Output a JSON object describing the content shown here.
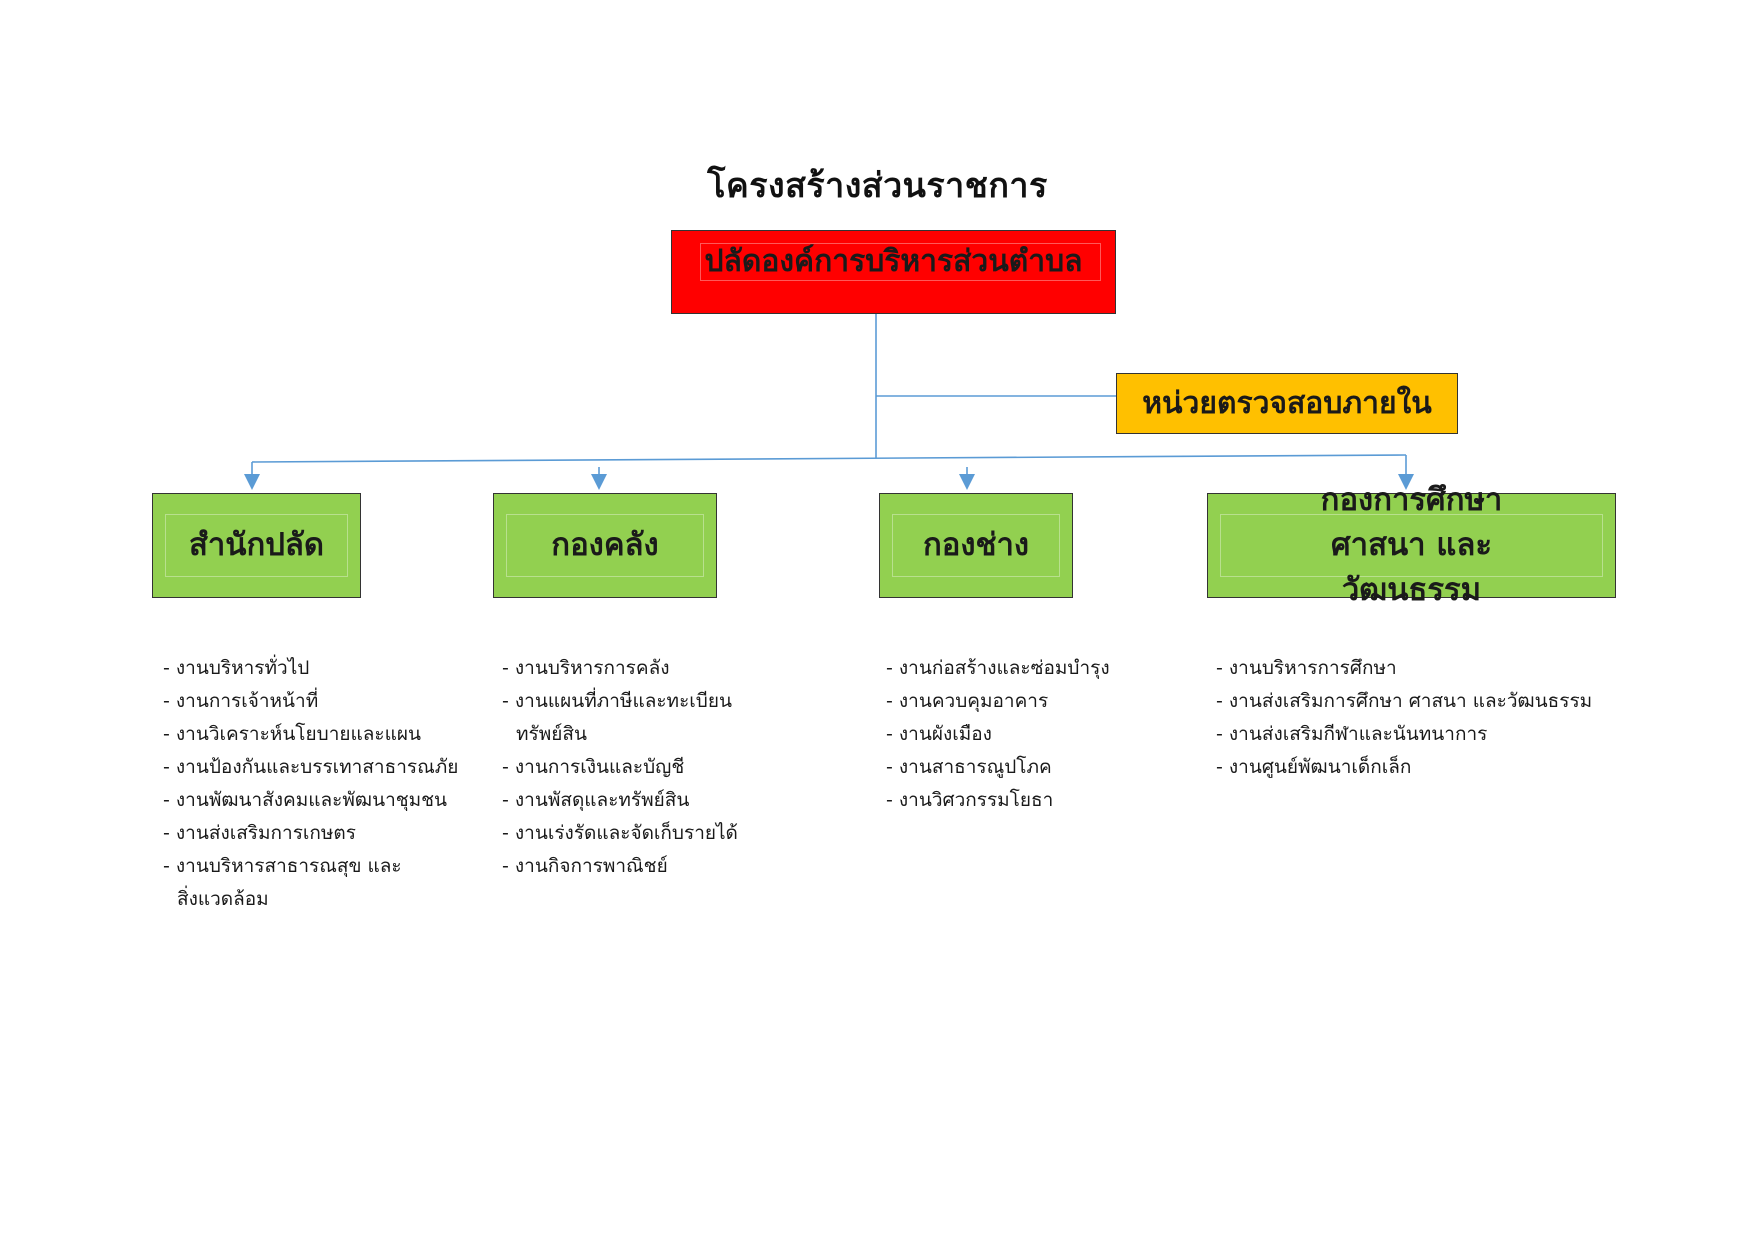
{
  "title": "โครงสร้างส่วนราชการ",
  "head": {
    "label": "ปลัดองค์การบริหารส่วนตำบล",
    "color": "#ff0000"
  },
  "audit": {
    "label": "หน่วยตรวจสอบภายใน",
    "color": "#ffc000"
  },
  "division_color": "#92d050",
  "connector_color": "#5b9bd5",
  "divisions": [
    {
      "label": "สำนักปลัด",
      "tasks": [
        "งานบริหารทั่วไป",
        "งานการเจ้าหน้าที่",
        "งานวิเคราะห์นโยบายและแผน",
        "งานป้องกันและบรรเทาสาธารณภัย",
        "งานพัฒนาสังคมและพัฒนาชุมชน",
        "งานส่งเสริมการเกษตร",
        "งานบริหารสาธารณสุข และสิ่งแวดล้อม"
      ]
    },
    {
      "label": "กองคลัง",
      "tasks": [
        "งานบริหารการคลัง",
        "งานแผนที่ภาษีและทะเบียนทรัพย์สิน",
        "งานการเงินและบัญชี",
        "งานพัสดุและทรัพย์สิน",
        "งานเร่งรัดและจัดเก็บรายได้",
        "งานกิจการพาณิชย์"
      ]
    },
    {
      "label": "กองช่าง",
      "tasks": [
        "งานก่อสร้างและซ่อมบำรุง",
        "งานควบคุมอาคาร",
        "งานผังเมือง",
        "งานสาธารณูปโภค",
        "งานวิศวกรรมโยธา"
      ]
    },
    {
      "label": "กองการศึกษา ศาสนา และวัฒนธรรม",
      "tasks": [
        "งานบริหารการศึกษา",
        "งานส่งเสริมการศึกษา ศาสนา และวัฒนธรรม",
        "งานส่งเสริมกีฬาและนันทนาการ",
        "งานศูนย์พัฒนาเด็กเล็ก"
      ]
    }
  ]
}
